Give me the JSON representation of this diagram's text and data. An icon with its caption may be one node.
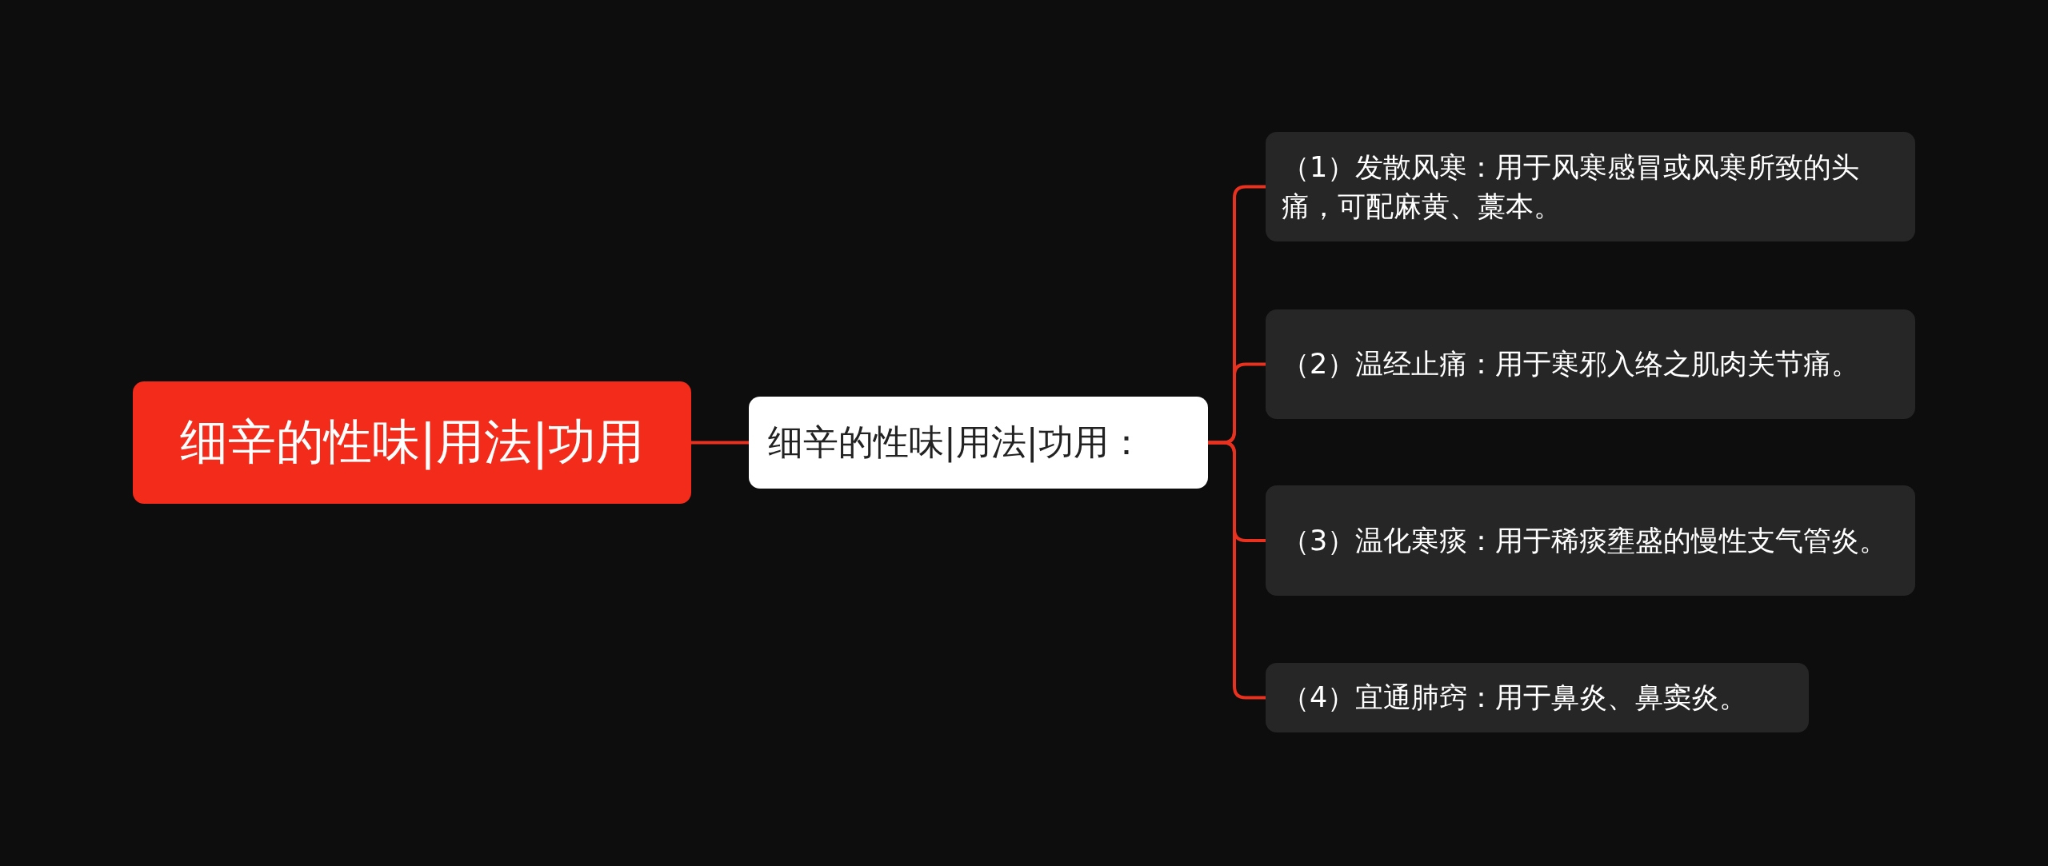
{
  "diagram": {
    "nodes": [
      {
        "text": [
          "细辛的性味|用法|功用"
        ]
      },
      {
        "text": [
          "细辛的性味|用法|功用："
        ]
      },
      {
        "text": [
          "（1）发散风寒：用于风寒感冒或风寒所致的头痛，可配麻黄、藁本。"
        ]
      },
      {
        "text": [
          "（2）温经止痛：用于寒邪入络之肌肉关节痛。"
        ]
      },
      {
        "text": [
          "（3）温化寒痰：用于稀痰壅盛的慢性支气管炎。"
        ]
      },
      {
        "text": [
          "（4）宜通肺窍：用于鼻炎、鼻窦炎。"
        ]
      }
    ],
    "edges": [
      {
        "from": 0,
        "to": 1,
        "arrow": "none"
      },
      {
        "from": 1,
        "to": 2,
        "arrow": "none"
      },
      {
        "from": 1,
        "to": 3,
        "arrow": "none"
      },
      {
        "from": 1,
        "to": 4,
        "arrow": "none"
      },
      {
        "from": 1,
        "to": 5,
        "arrow": "none"
      }
    ]
  }
}
